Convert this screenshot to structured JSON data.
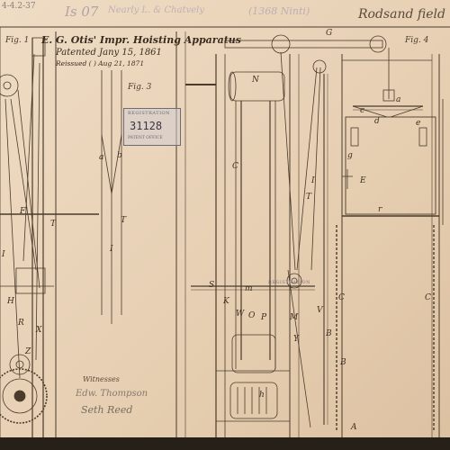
{
  "document": {
    "ref_top_left": "4-4.2-37",
    "pencil_number": "Is 07",
    "faint_note": "Nearly L. & Chatvely",
    "faint_parenthetical": "(1368 Ninti)",
    "signature_top": "Rodsand field",
    "title": "E. G. Otis' Impr. Hoisting Apparatus",
    "patented": "Patented Jany 15, 1861",
    "reissue": "Reissued ( ) Aug 21, 1871",
    "figures": {
      "top_left": "Fig. 1",
      "fig3": "Fig. 3",
      "fig4": "Fig. 4"
    },
    "stamp": {
      "line1": "REGISTRATION",
      "number": "31128",
      "line2": "PATENT OFFICE"
    },
    "side_stamp": "REGISTRATION",
    "witnesses_label": "Witnesses",
    "witness_1": "Edw. Thompson",
    "witness_2": "Seth Reed"
  },
  "labels": {
    "F": "F",
    "H": "H",
    "G": "G",
    "I": "I",
    "T": "T",
    "N": "N",
    "M": "M",
    "V": "V",
    "K": "K",
    "W": "W",
    "O": "O",
    "P": "P",
    "B": "B",
    "C": "C",
    "A": "A",
    "E": "E",
    "S": "S",
    "Z": "Z",
    "R": "R",
    "Y": "Y",
    "X": "X",
    "a": "a",
    "b": "b",
    "c": "c",
    "d": "d",
    "e": "e",
    "g": "g",
    "h": "h",
    "m": "m",
    "r": "r",
    "s": "s"
  }
}
